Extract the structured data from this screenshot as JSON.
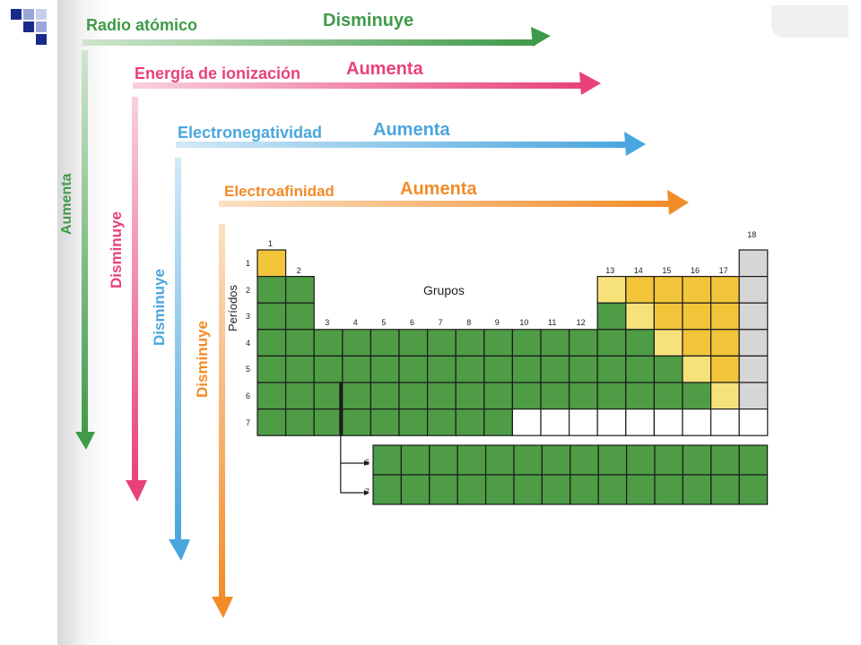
{
  "colors": {
    "green_arrow": "#3f9a4a",
    "pink_arrow": "#e8427a",
    "blue_arrow": "#4aa6de",
    "orange_arrow": "#f28c28",
    "metal_green": "#4e9c45",
    "gold": "#f2c43a",
    "light_yellow": "#f7e27a",
    "noble_gray": "#d6d6d6",
    "blank": "#ffffff"
  },
  "trends": [
    {
      "property": "Radio atómico",
      "horizontal": "Disminuye",
      "vertical": "Aumenta"
    },
    {
      "property": "Energía de ionización",
      "horizontal": "Aumenta",
      "vertical": "Disminuye"
    },
    {
      "property": "Electronegatividad",
      "horizontal": "Aumenta",
      "vertical": "Disminuye"
    },
    {
      "property": "Electroafinidad",
      "horizontal": "Aumenta",
      "vertical": "Disminuye"
    }
  ],
  "table": {
    "groups_label": "Grupos",
    "periods_label": "Períodos",
    "group_numbers": [
      "1",
      "2",
      "3",
      "4",
      "5",
      "6",
      "7",
      "8",
      "9",
      "10",
      "11",
      "12",
      "13",
      "14",
      "15",
      "16",
      "17",
      "18"
    ],
    "period_numbers": [
      "1",
      "2",
      "3",
      "4",
      "5",
      "6",
      "7"
    ],
    "f_block_periods": [
      "6",
      "7"
    ]
  }
}
